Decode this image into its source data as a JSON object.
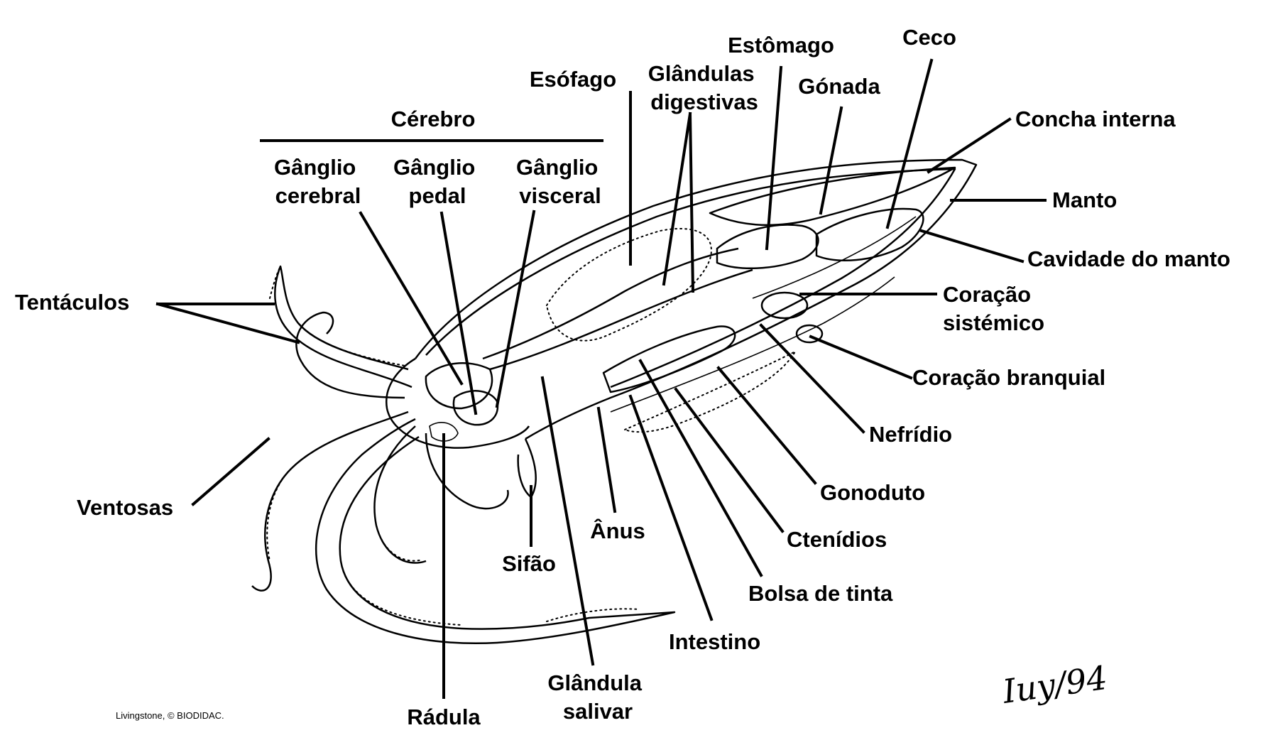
{
  "labels": {
    "cerebro": "Cérebro",
    "ganglio_cerebral": [
      "Gânglio",
      "cerebral"
    ],
    "ganglio_pedal": [
      "Gânglio",
      "pedal"
    ],
    "ganglio_visceral": [
      "Gânglio",
      "visceral"
    ],
    "esofago": "Esófago",
    "glandulas_digestivas": [
      "Glândulas",
      "digestivas"
    ],
    "estomago": "Estômago",
    "gonada": "Gónada",
    "ceco": "Ceco",
    "concha_interna": "Concha interna",
    "manto": "Manto",
    "cavidade_do_manto": "Cavidade do manto",
    "coracao_sistemico": [
      "Coração",
      "sistémico"
    ],
    "coracao_branquial": "Coração branquial",
    "nefridio": "Nefrídio",
    "gonoduto": "Gonoduto",
    "ctenidios": "Ctenídios",
    "bolsa_de_tinta": "Bolsa de tinta",
    "intestino": "Intestino",
    "glandula_salivar": [
      "Glândula",
      "salivar"
    ],
    "anus": "Ânus",
    "sifao": "Sifão",
    "radula": "Rádula",
    "ventosas": "Ventosas",
    "tentaculos": "Tentáculos"
  },
  "credit": "Livingstone, © BIODIDAC.",
  "signature": "Iuy/94"
}
